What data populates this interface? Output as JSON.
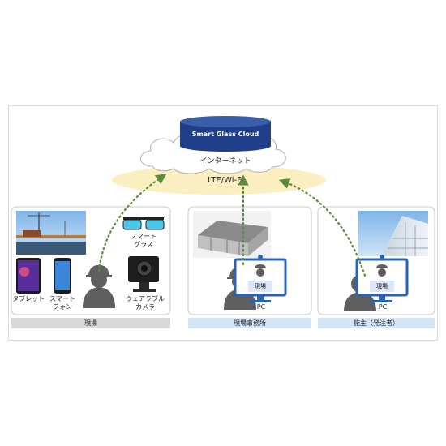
{
  "cloud": {
    "db_label": "Smart Glass Cloud",
    "internet_label": "インターネット",
    "network_label": "LTE/Wi-Fi"
  },
  "site": {
    "tablet_label": "タブレット",
    "smartphone_label": "スマート\nフォン",
    "glasses_label": "スマート\nグラス",
    "camera_label": "ウェアラブル\nカメラ",
    "bar_label": "現場"
  },
  "office": {
    "screen_badge": "現場",
    "pc_label": "PC",
    "bar_label": "現場事務所"
  },
  "owner": {
    "screen_badge": "現場",
    "pc_label": "PC",
    "bar_label": "施主（発注者）"
  },
  "colors": {
    "db_blue": "#1f3f8a",
    "network_ellipse": "#fbeec0",
    "dotted_arrow": "#5e8a3c",
    "monitor_blue": "#2a63b6",
    "bar_grey": "#d9d9d9",
    "bar_blue": "#d4e6f6"
  }
}
